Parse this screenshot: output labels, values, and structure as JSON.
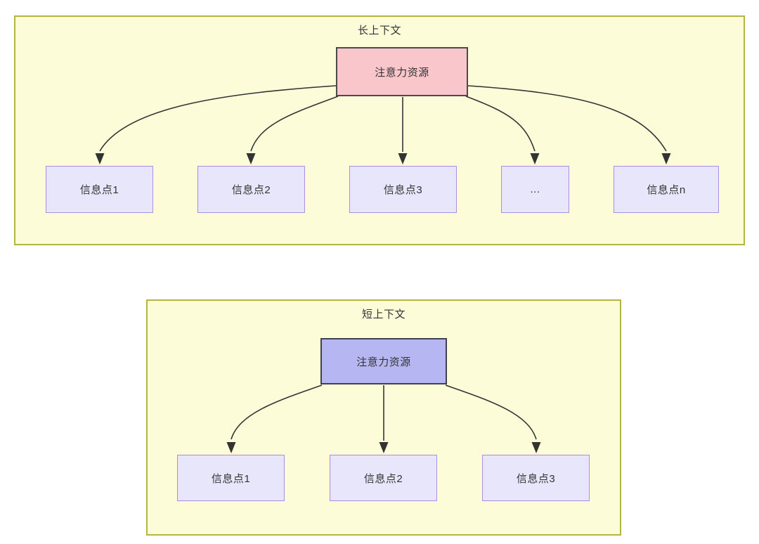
{
  "diagram": {
    "type": "flow-diagram",
    "background_color": "#ffffff",
    "panel_fill": "#fdfcd9",
    "panel_border": "#b5b543",
    "edge_color": "#333333",
    "text_color": "#333333",
    "sections": [
      {
        "id": "long-context",
        "title": "长上下文",
        "root": {
          "label": "注意力资源",
          "fill": "#f9c6cb",
          "border": "#4a4a4a"
        },
        "children": [
          {
            "label": "信息点1"
          },
          {
            "label": "信息点2"
          },
          {
            "label": "信息点3"
          },
          {
            "label": "..."
          },
          {
            "label": "信息点n"
          }
        ],
        "child_fill": "#e8e6fb",
        "child_border": "#b08ce0"
      },
      {
        "id": "short-context",
        "title": "短上下文",
        "root": {
          "label": "注意力资源",
          "fill": "#b6b6f2",
          "border": "#3f3f4f"
        },
        "children": [
          {
            "label": "信息点1"
          },
          {
            "label": "信息点2"
          },
          {
            "label": "信息点3"
          }
        ],
        "child_fill": "#e8e6fb",
        "child_border": "#b08ce0"
      }
    ]
  }
}
